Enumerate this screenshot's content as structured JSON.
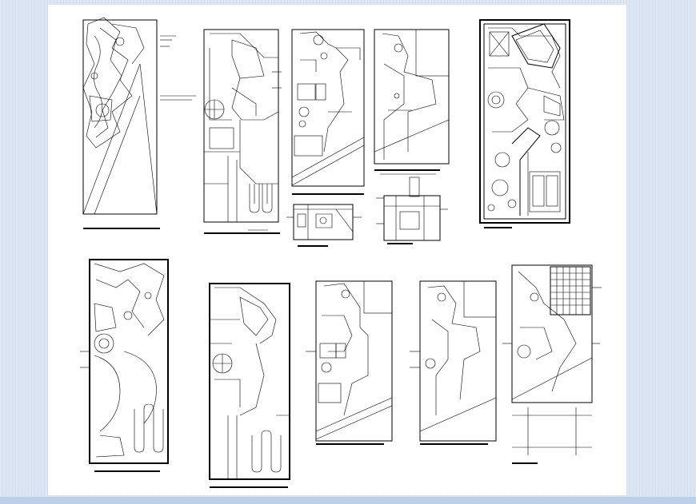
{
  "page": {
    "background": "#dde7f3",
    "sheet_color": "#ffffff",
    "band_color": "#bcd0ea",
    "line_color": "#000000"
  },
  "drawings": {
    "top_row": [
      "site-plan-top",
      "ground-floor-plan-top",
      "first-floor-plan-top",
      "second-floor-plan-top",
      "furniture-layout-plan-top",
      "section-detail-a",
      "section-detail-b"
    ],
    "bottom_row": [
      "landscape-plan-bottom",
      "ground-floor-plan-bottom",
      "first-floor-plan-bottom",
      "second-floor-plan-bottom",
      "terrace-plan-bottom"
    ]
  }
}
